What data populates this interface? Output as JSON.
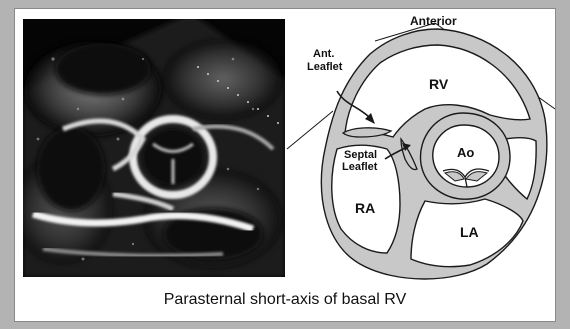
{
  "figure": {
    "caption": "Parasternal short-axis of basal RV"
  },
  "labels": {
    "anterior": "Anterior",
    "ant_leaflet_line1": "Ant.",
    "ant_leaflet_line2": "Leaflet",
    "rv": "RV",
    "septal_leaflet_line1": "Septal",
    "septal_leaflet_line2": "Leaflet",
    "ao": "Ao",
    "ra": "RA",
    "la": "LA"
  },
  "colors": {
    "tissue_fill": "#c8c8c8",
    "outline": "#1a1a1a",
    "background": "#b3b3b3"
  }
}
